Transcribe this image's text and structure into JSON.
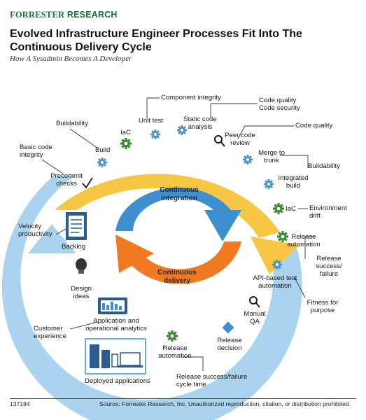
{
  "brand": {
    "forrester": "FORRESTER",
    "research": "RESEARCH",
    "color": "#1b6f3a"
  },
  "title": "Evolved Infrastructure Engineer Processes Fit Into The Continuous Delivery Cycle",
  "subtitle": "How A Sysadmin Becomes A Developer",
  "colors": {
    "yellow": "#f7c645",
    "lightblue": "#a9d3ef",
    "blue": "#3d8fcf",
    "orange": "#f07a22",
    "green": "#3a8a2e",
    "navy": "#2a5c8e"
  },
  "center": {
    "ci": "Continuous integration",
    "cd": "Continuous delivery"
  },
  "ring": {
    "build": "Build",
    "iac1": "IaC",
    "unit_test": "Unit test",
    "static": "Static code analysis",
    "peer": "Peer code review",
    "merge": "Merge to trunk",
    "integrated": "Integrated build",
    "iac2": "IaC",
    "release_auto": "Release automation",
    "api": "API-based test automation",
    "manual_qa": "Manual QA",
    "release_decision": "Release decision",
    "release_auto2": "Release automation",
    "deployed": "Deployed applications",
    "analytics": "Application and operational analytics",
    "design": "Design ideas",
    "backlog": "Backlog",
    "precommit": "Precommit checks"
  },
  "callouts": {
    "component": "Component integrity",
    "code_quality_security": "Code quality Code security",
    "code_quality": "Code quality",
    "buildability_left": "Buildability",
    "buildability_right": "Buildability",
    "basic_code": "Basic code integrity",
    "env_drift": "Environment drift",
    "release_sf": "Release success/ failure",
    "fitness": "Fitness for purpose",
    "velocity": "Velocity productivity",
    "customer": "Customer experience",
    "cycle_time": "Release success/failure cycle time"
  },
  "footer": {
    "id": "137184",
    "source": "Source: Forrester Research, Inc. Unauthorized reproduction, citation, or distribution prohibited."
  }
}
